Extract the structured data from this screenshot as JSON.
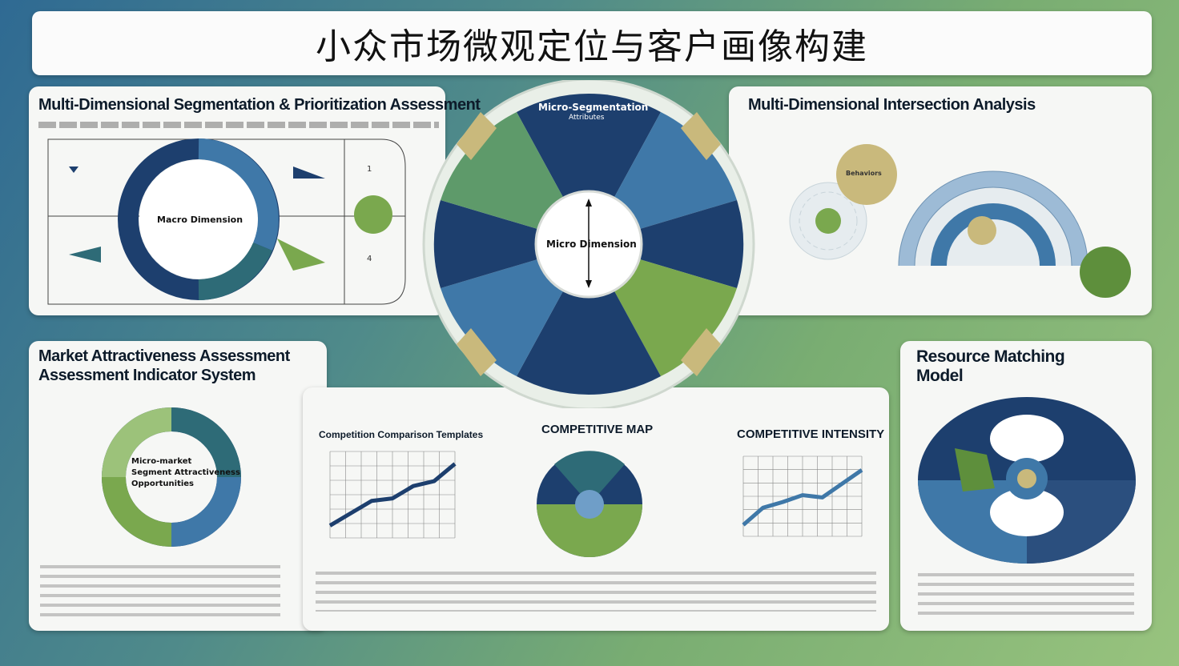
{
  "header": {
    "title": "小众市场微观定位与客户画像构建"
  },
  "panels": {
    "segmentation": {
      "title": "Multi-Dimensional Segmentation & Prioritization Assessment",
      "center": "Macro Dimension",
      "num1": "1",
      "num4": "4"
    },
    "wheel": {
      "top_title": "Micro-Segmentation",
      "top_sub": "Attributes",
      "center": "Micro Dimension"
    },
    "intersection": {
      "title": "Multi-Dimensional Intersection Analysis",
      "bubble": "Behaviors"
    },
    "attractiveness": {
      "title_line1": "Market Attractiveness Assessment",
      "title_line2": "Assessment Indicator System",
      "center_l1": "Micro-market",
      "center_l2": "Segment Attractiveness",
      "center_l3": "Opportunities"
    },
    "competitive": {
      "left_title": "Competition Comparison Templates",
      "map_title": "COMPETITIVE MAP",
      "right_title": "COMPETITIVE INTENSITY"
    },
    "resource": {
      "title_line1": "Resource Matching",
      "title_line2": "Model"
    }
  },
  "colors": {
    "navy": "#1d3f6e",
    "blue": "#3f78a8",
    "green": "#7aa84e",
    "khaki": "#c9b97c",
    "lightblue": "#9dbbd6"
  },
  "chart_data": [
    {
      "type": "line",
      "title": "Competition Comparison Templates",
      "x": [
        1,
        2,
        3,
        4,
        5,
        6,
        7
      ],
      "values": [
        1,
        2,
        3,
        3.2,
        4.2,
        4.6,
        6
      ],
      "ylim": [
        0,
        7
      ]
    },
    {
      "type": "line",
      "title": "COMPETITIVE INTENSITY",
      "x": [
        1,
        2,
        3,
        4,
        5,
        6,
        7
      ],
      "values": [
        1,
        2.5,
        3,
        3.6,
        3.4,
        4.6,
        5.8
      ],
      "ylim": [
        0,
        7
      ]
    }
  ]
}
